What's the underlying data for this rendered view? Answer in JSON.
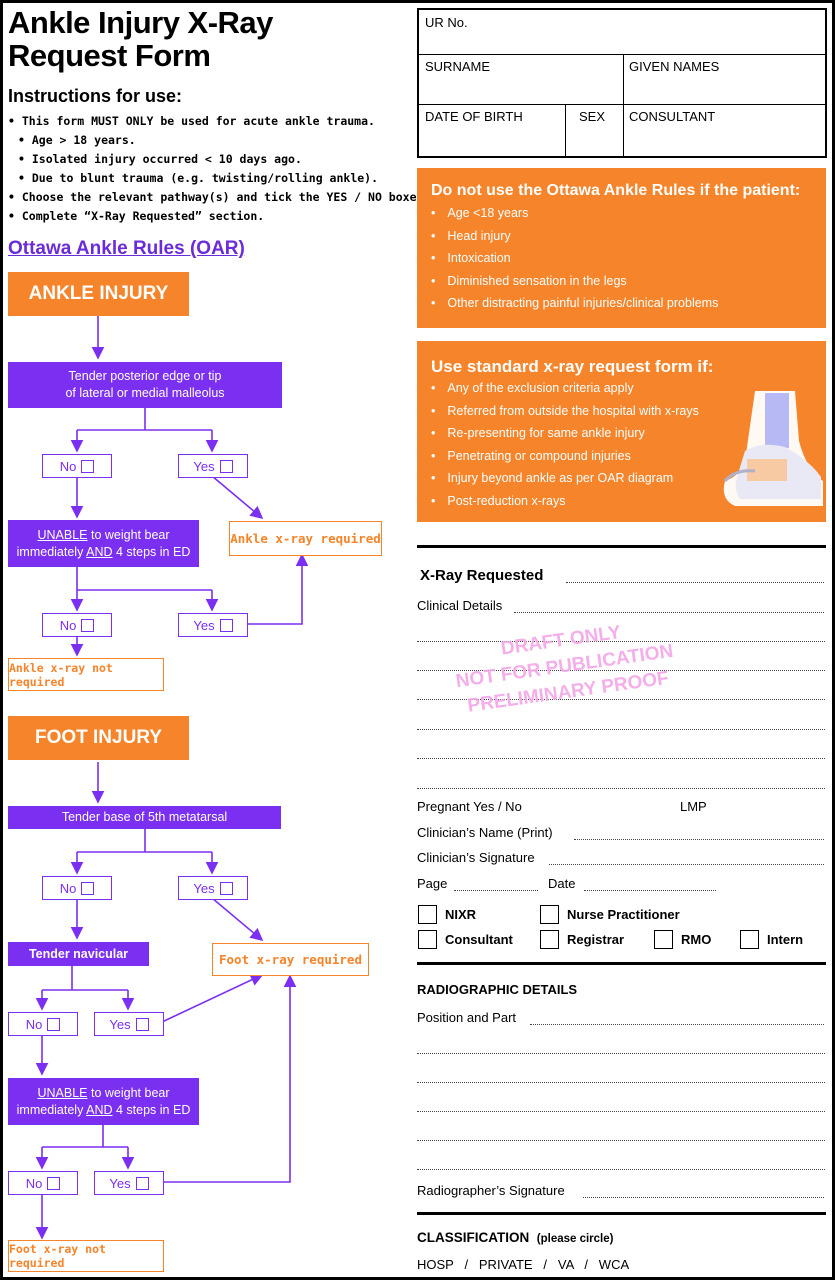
{
  "title_line1": "Ankle Injury X-Ray",
  "title_line2": "Request Form",
  "instructions": {
    "heading": "Instructions for use:",
    "items": [
      "• This form MUST ONLY be used for acute ankle trauma.",
      "    • Age > 18 years.",
      "    • Isolated injury occurred < 10 days ago.",
      "    • Due to blunt trauma (e.g. twisting/rolling ankle).",
      "• Choose the relevant pathway(s) and tick the YES / NO boxes.",
      "• Complete “X-Ray Requested” section."
    ]
  },
  "oar_link": "Ottawa Ankle Rules (OAR)",
  "ankle": {
    "head": "ANKLE INJURY",
    "q1": "Tender posterior edge or tip\nof lateral or medial malleolus",
    "no": "No",
    "yes": "Yes",
    "q2_unable": "UNABLE",
    "q2_rest1": " to weight bear",
    "q2_line2a": "immediately ",
    "q2_and": "AND",
    "q2_line2b": " 4 steps in ED",
    "required": "Ankle x-ray required",
    "not_required": "Ankle x-ray not required"
  },
  "foot": {
    "head": "FOOT INJURY",
    "q1": "Tender base of 5th metatarsal",
    "q2": "Tender navicular",
    "no": "No",
    "yes": "Yes",
    "q3_unable": "UNABLE",
    "q3_rest1": " to weight bear",
    "q3_line2a": "immediately ",
    "q3_and": "AND",
    "q3_line2b": " 4 steps in ED",
    "required": "Foot x-ray required",
    "not_required": "Foot x-ray not required"
  },
  "patient": {
    "ur": "UR No.",
    "surname": "SURNAME",
    "given": "GIVEN NAMES",
    "dob": "DATE OF BIRTH",
    "sex": "SEX",
    "consultant": "CONSULTANT"
  },
  "exclusion": {
    "heading": "Do not use the Ottawa Ankle Rules if the patient:",
    "items": [
      "Age <18 years",
      "Head injury",
      "Intoxication",
      "Diminished sensation in the legs",
      "Other distracting painful injuries/clinical problems"
    ]
  },
  "standard": {
    "heading": "Use standard x-ray request form if:",
    "items": [
      "Any of the exclusion criteria apply",
      "Referred from outside the hospital with x-rays",
      "Re-presenting for same ankle injury",
      "Penetrating or compound injuries",
      "Injury beyond ankle as per OAR diagram",
      "Post-reduction x-rays"
    ]
  },
  "request": {
    "xray_requested": "X-Ray Requested",
    "clinical": "Clinical Details",
    "pregnant": "Pregnant  Yes / No",
    "lmp": "LMP",
    "clin_name": "Clinician’s Name (Print)",
    "clin_sig": "Clinician’s Signature",
    "page": "Page",
    "date": "Date",
    "roles": [
      "NIXR",
      "Nurse Practitioner",
      "Consultant",
      "Registrar",
      "RMO",
      "Intern"
    ]
  },
  "watermark": [
    "DRAFT ONLY",
    "NOT FOR PUBLICATION",
    "PRELIMINARY PROOF"
  ],
  "radio": {
    "heading": "RADIOGRAPHIC DETAILS",
    "position": "Position and Part",
    "signature": "Radiographer’s Signature"
  },
  "classification": {
    "heading": "CLASSIFICATION",
    "note": "(please circle)",
    "options": "HOSP   /   PRIVATE   /   VA   /   WCA"
  },
  "colors": {
    "orange": "#f5842a",
    "purple": "#7b2ff0"
  }
}
